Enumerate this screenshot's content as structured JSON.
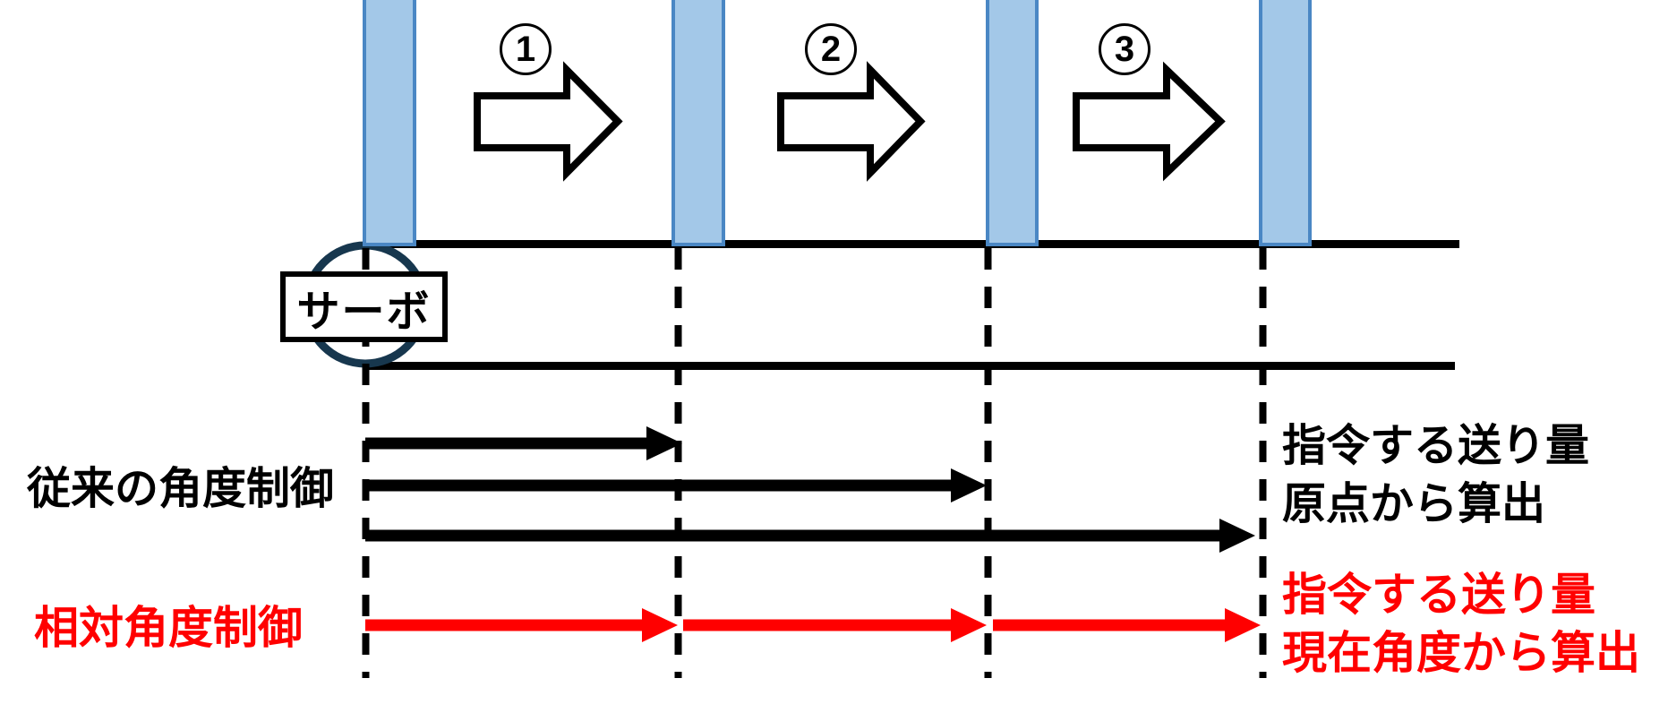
{
  "colors": {
    "bar_fill": "#A3C8E8",
    "bar_border": "#4A87C4",
    "pulley": "#17374E",
    "black": "#000000",
    "red": "#FF0000",
    "white": "#FFFFFF"
  },
  "steps": [
    {
      "label": "1"
    },
    {
      "label": "2"
    },
    {
      "label": "3"
    }
  ],
  "servo": {
    "label": "サーボ"
  },
  "rows": {
    "conventional": {
      "label": "従来の角度制御"
    },
    "relative": {
      "label": "相対角度制御"
    }
  },
  "annotations": {
    "conventional": {
      "line1": "指令する送り量",
      "line2": "原点から算出"
    },
    "relative": {
      "line1": "指令する送り量",
      "line2": "現在角度から算出"
    }
  }
}
